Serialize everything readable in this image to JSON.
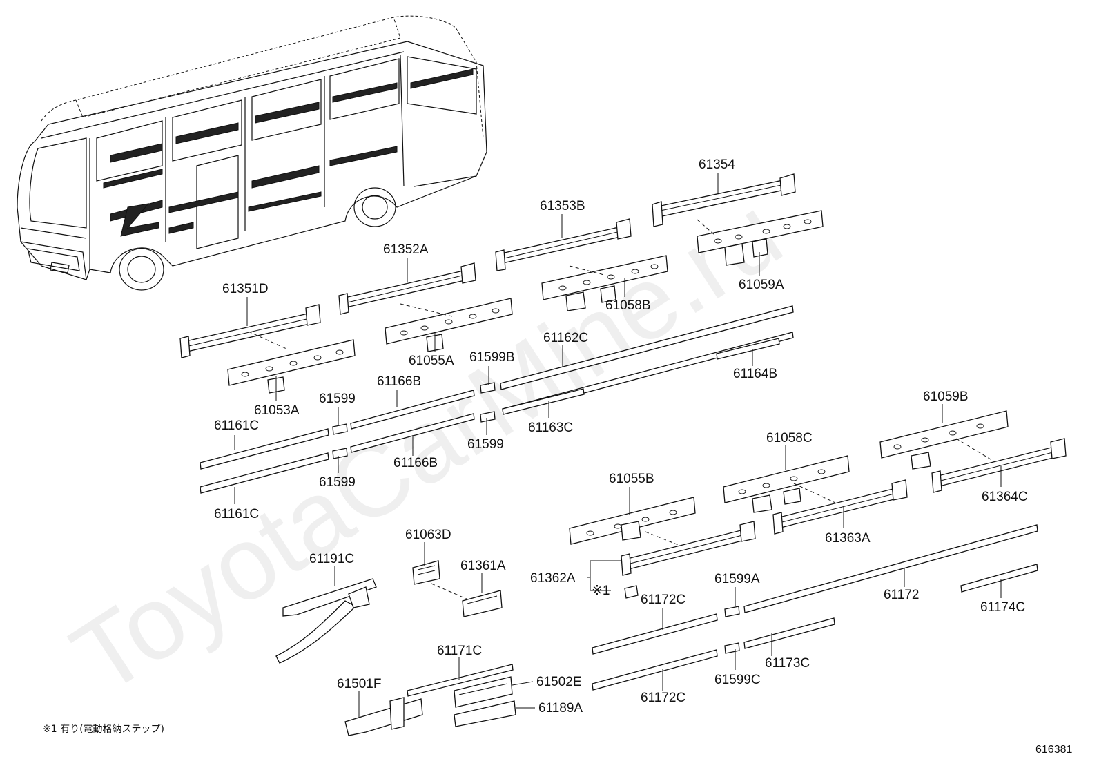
{
  "watermark": "ToyotaCarMine.ru",
  "footnote": "※1 有り(電動格納ステップ)",
  "figure_code": "616381",
  "labels": {
    "p61354": "61354",
    "p61353B": "61353B",
    "p61059A": "61059A",
    "p61352A": "61352A",
    "p61058B": "61058B",
    "p61351D": "61351D",
    "p61055A": "61055A",
    "p61599B": "61599B",
    "p61162C": "61162C",
    "p61164B": "61164B",
    "p61053A": "61053A",
    "p61599_a": "61599",
    "p61166B_a": "61166B",
    "p61161C_a": "61161C",
    "p61163C": "61163C",
    "p61599_b": "61599",
    "p61166B_b": "61166B",
    "p61599_c": "61599",
    "p61161C_b": "61161C",
    "p61059B": "61059B",
    "p61058C": "61058C",
    "p61364C": "61364C",
    "p61055B": "61055B",
    "p61363A": "61363A",
    "p61063D": "61063D",
    "p61191C": "61191C",
    "p61361A": "61361A",
    "p61362A": "61362A",
    "mark1": "※1",
    "p61172C_a": "61172C",
    "p61599A": "61599A",
    "p61172": "61172",
    "p61174C": "61174C",
    "p61171C": "61171C",
    "p61173C": "61173C",
    "p61501F": "61501F",
    "p61502E": "61502E",
    "p61599C": "61599C",
    "p61172C_b": "61172C",
    "p61189A": "61189A"
  }
}
